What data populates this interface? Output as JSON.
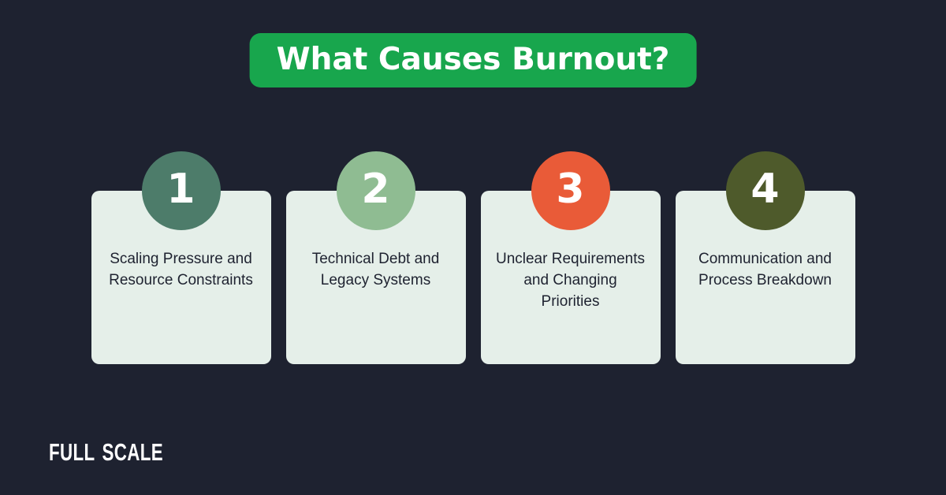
{
  "title": {
    "text": "What Causes Burnout?",
    "bg_color": "#18a64d"
  },
  "cards": [
    {
      "number": "1",
      "label": "Scaling Pressure and Resource Constraints",
      "circle_color": "#4d7c6a"
    },
    {
      "number": "2",
      "label": "Technical Debt and Legacy Systems",
      "circle_color": "#8fbc92"
    },
    {
      "number": "3",
      "label": "Unclear Requirements and Changing Priorities",
      "circle_color": "#e95b38"
    },
    {
      "number": "4",
      "label": "Communication and Process Breakdown",
      "circle_color": "#4e5a2b"
    }
  ],
  "logo": {
    "text": "FULL SCALE"
  },
  "colors": {
    "background": "#1e2230",
    "card_bg": "#e5efe9",
    "card_text": "#1e2230"
  }
}
